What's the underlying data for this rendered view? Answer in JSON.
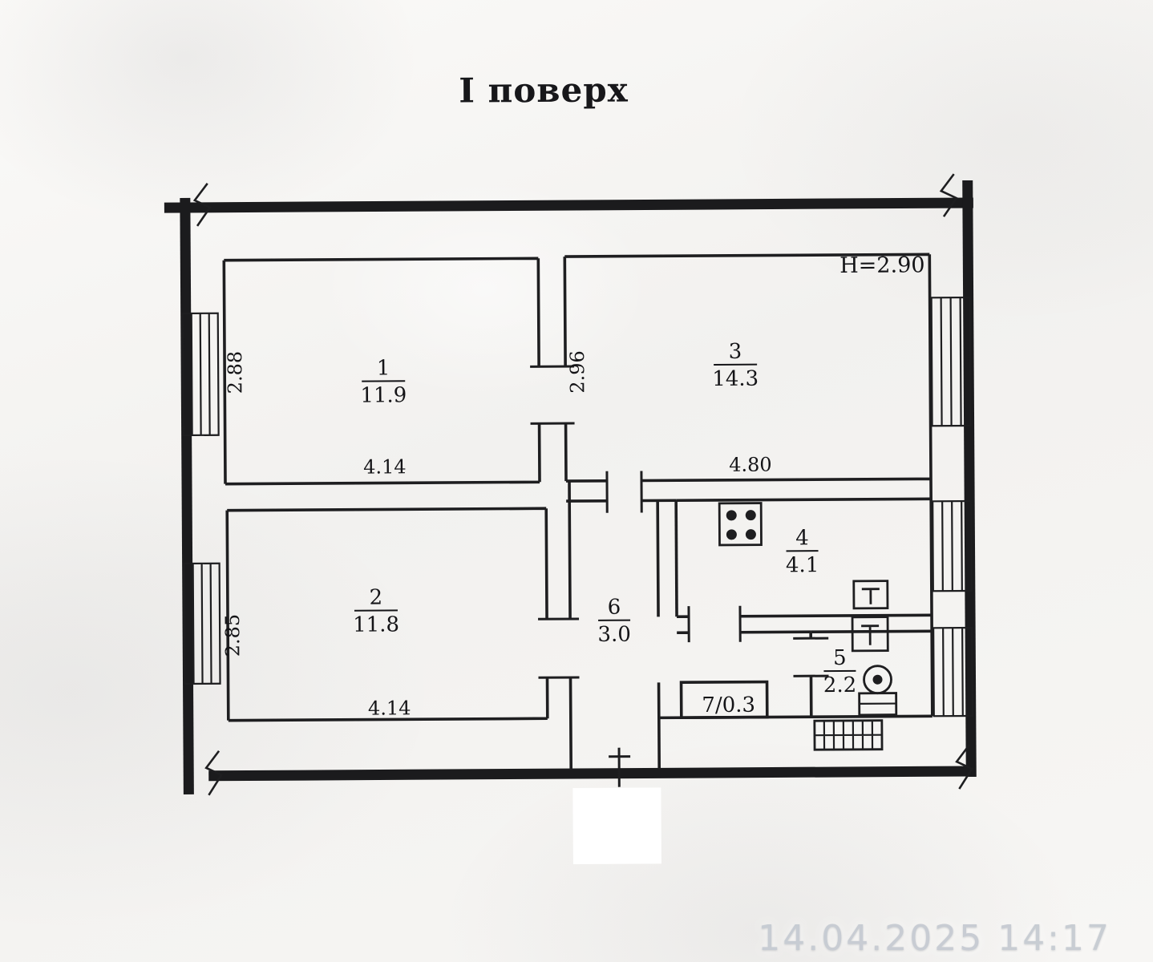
{
  "title": "І поверх",
  "plan": {
    "height_note": "H=2.90",
    "rooms": [
      {
        "num": "1",
        "area": "11.9",
        "width_dim": "4.14",
        "depth_dim": "2.88"
      },
      {
        "num": "2",
        "area": "11.8",
        "width_dim": "4.14",
        "depth_dim": "2.85"
      },
      {
        "num": "3",
        "area": "14.3",
        "width_dim": "4.80",
        "depth_dim": "2.96"
      },
      {
        "num": "4",
        "area": "4.1"
      },
      {
        "num": "5",
        "area": "2.2"
      },
      {
        "num": "6",
        "area": "3.0"
      },
      {
        "num": "7",
        "area": "0.3",
        "combined_label": "7/0.3"
      }
    ],
    "colors": {
      "ink": "#1b1b1d",
      "paper": "#f4f3f1",
      "watermark_gray": "#c6cbd2"
    }
  },
  "watermark": {
    "timestamp": "14.04.2025 14:17"
  }
}
